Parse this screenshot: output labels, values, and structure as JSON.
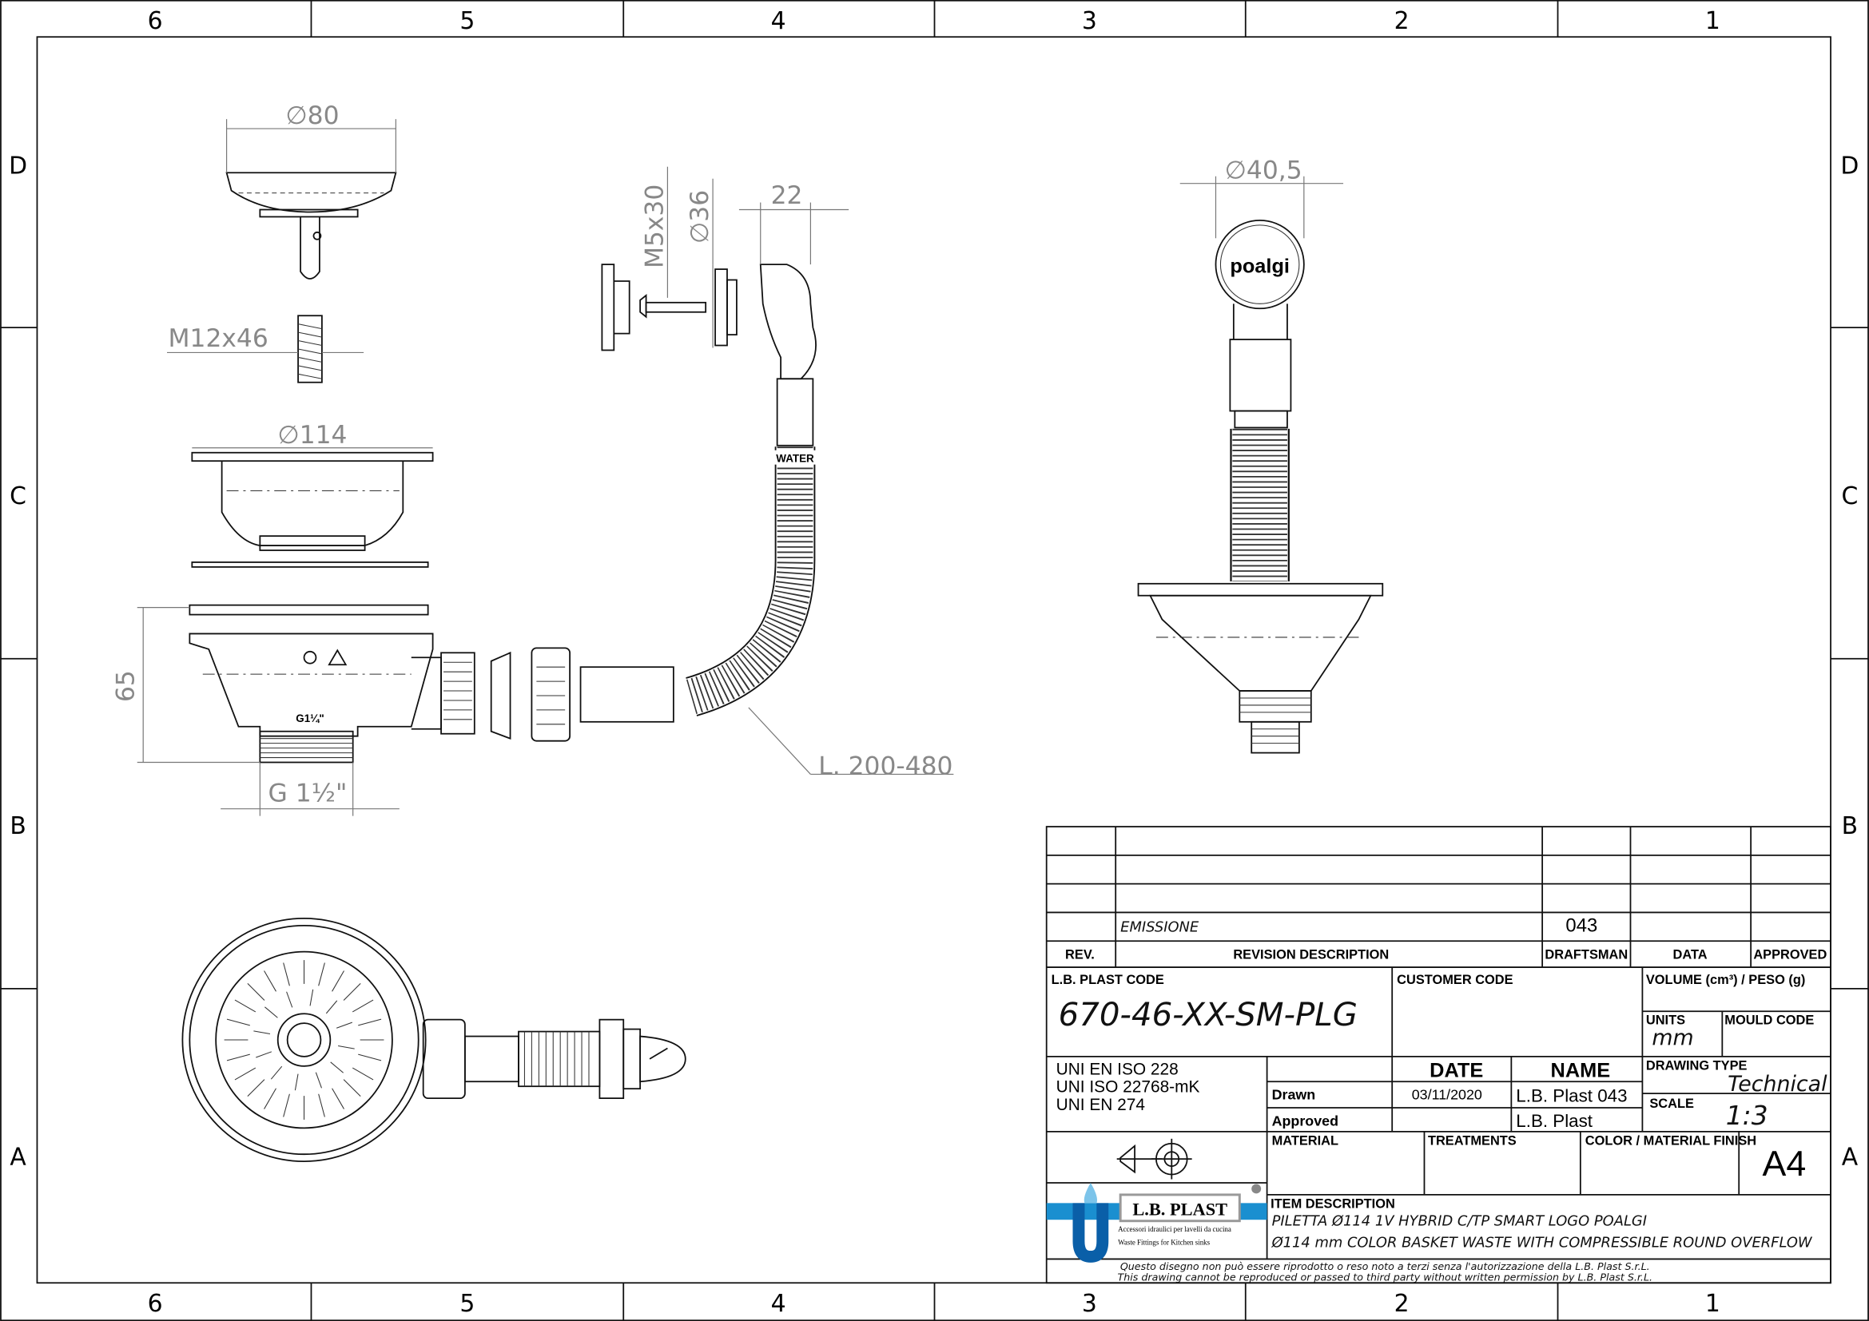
{
  "zones": {
    "columns": [
      "6",
      "5",
      "4",
      "3",
      "2",
      "1"
    ],
    "rows": [
      "D",
      "C",
      "B",
      "A"
    ]
  },
  "dimensions": {
    "strainer_dia": "∅80",
    "screw": "M12x46",
    "basket_dia": "∅114",
    "body_height": "65",
    "outlet_thread": "G 1½\"",
    "overflow_screw": "M5x30",
    "overflow_dia": "∅36",
    "overflow_depth": "22",
    "hose_length": "L. 200-480",
    "badge_dia": "∅40,5"
  },
  "part_markings": {
    "body_thread": "G1¼\"",
    "hose_label": "WATER",
    "badge_logo": "poalgi"
  },
  "title_block": {
    "revision": {
      "rows": [
        {
          "rev": "",
          "description": "",
          "draftsman": "",
          "data": "",
          "approved": ""
        },
        {
          "rev": "",
          "description": "",
          "draftsman": "",
          "data": "",
          "approved": ""
        },
        {
          "rev": "",
          "description": "",
          "draftsman": "",
          "data": "",
          "approved": ""
        },
        {
          "rev": "",
          "description": "EMISSIONE",
          "draftsman": "043",
          "data": "",
          "approved": ""
        }
      ],
      "headers": {
        "rev": "REV.",
        "description": "REVISION DESCRIPTION",
        "draftsman": "DRAFTSMAN",
        "data": "DATA",
        "approved": "APPROVED"
      }
    },
    "lb_plast_code_label": "L.B. PLAST CODE",
    "lb_plast_code": "670-46-XX-SM-PLG",
    "customer_code_label": "CUSTOMER CODE",
    "volume_label": "VOLUME (cm³) / PESO (g)",
    "units_label": "UNITS",
    "units": "mm",
    "mould_code_label": "MOULD CODE",
    "standards": [
      "UNI EN ISO 228",
      "UNI ISO 22768-mK",
      "UNI EN 274"
    ],
    "date_header": "DATE",
    "name_header": "NAME",
    "drawn_label": "Drawn",
    "drawn_date": "03/11/2020",
    "drawn_name": "L.B. Plast 043",
    "approved_label": "Approved",
    "approved_date": "",
    "approved_name": "L.B. Plast",
    "drawing_type_label": "DRAWING TYPE",
    "drawing_type": "Technical",
    "scale_label": "SCALE",
    "scale": "1:3",
    "material_label": "MATERIAL",
    "treatments_label": "TREATMENTS",
    "color_label": "COLOR / MATERIAL FINISH",
    "sheet_size": "A4",
    "logo": {
      "name": "L.B. PLAST",
      "tagline_it": "Accessori idraulici per lavelli da cucina",
      "tagline_en": "Waste Fittings for Kitchen sinks"
    },
    "item_description_label": "ITEM DESCRIPTION",
    "item_description_1": "PILETTA Ø114 1V HYBRID C/TP SMART LOGO POALGI",
    "item_description_2": "Ø114 mm COLOR BASKET WASTE WITH COMPRESSIBLE ROUND OVERFLOW",
    "disclaimer_it": "Questo disegno non può essere riprodotto o reso noto a terzi senza l'autorizzazione della L.B. Plast S.r.L.",
    "disclaimer_en": "This drawing cannot be reproduced or passed to third party without written permission by L.B. Plast S.r.L."
  },
  "colors": {
    "logo_blue": "#1a8fd0",
    "logo_dark_blue": "#0a5fa8",
    "logo_light_blue": "#7cc4ea"
  }
}
